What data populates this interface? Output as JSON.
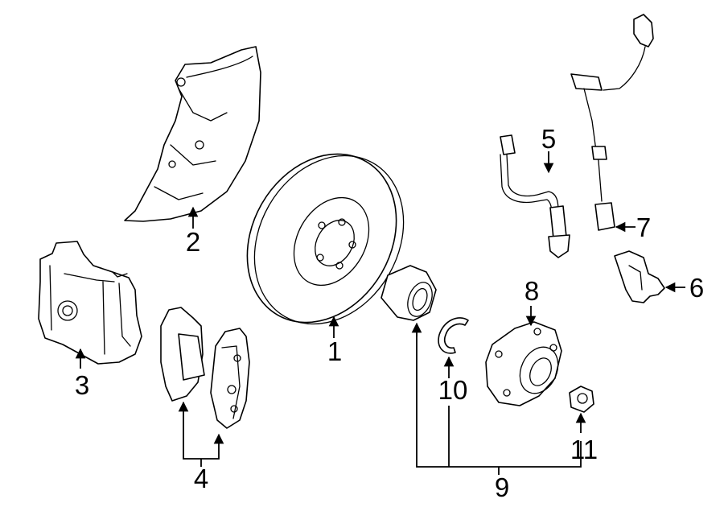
{
  "diagram": {
    "line_color": "#000000",
    "background": "#ffffff",
    "callouts": {
      "c1": "1",
      "c2": "2",
      "c3": "3",
      "c4": "4",
      "c5": "5",
      "c6": "6",
      "c7": "7",
      "c8": "8",
      "c9": "9",
      "c10": "10",
      "c11": "11"
    }
  }
}
